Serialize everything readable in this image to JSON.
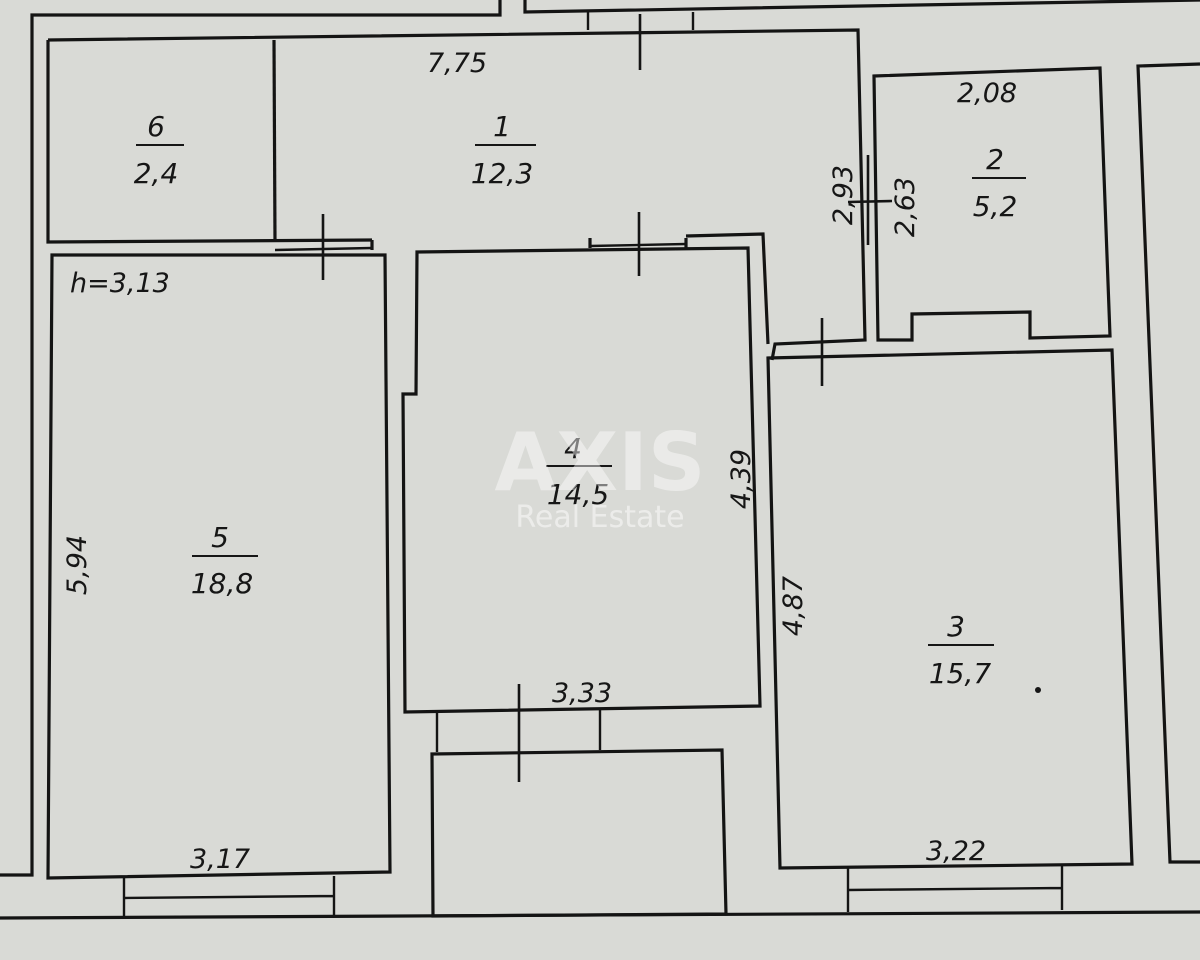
{
  "plan": {
    "ceiling_height": "h=3,13",
    "rooms": [
      {
        "id": "1",
        "number": "1",
        "area": "12,3"
      },
      {
        "id": "2",
        "number": "2",
        "area": "5,2"
      },
      {
        "id": "3",
        "number": "3",
        "area": "15,7"
      },
      {
        "id": "4",
        "number": "4",
        "area": "14,5"
      },
      {
        "id": "5",
        "number": "5",
        "area": "18,8"
      },
      {
        "id": "6",
        "number": "6",
        "area": "2,4"
      }
    ],
    "dimensions": {
      "corridor_length": "7,75",
      "bath_width": "2,08",
      "corridor_depth": "2,93",
      "bath_depth": "2,63",
      "room4_depth": "4,39",
      "room4_width": "3,33",
      "room5_depth": "5,94",
      "room5_width": "3,17",
      "room3_depth": "4,87",
      "room3_width": "3,22"
    }
  },
  "watermark": {
    "brand": "AXIS",
    "subtitle": "Real Estate"
  },
  "colors": {
    "paper": "#d9dad6",
    "ink": "#141414"
  }
}
